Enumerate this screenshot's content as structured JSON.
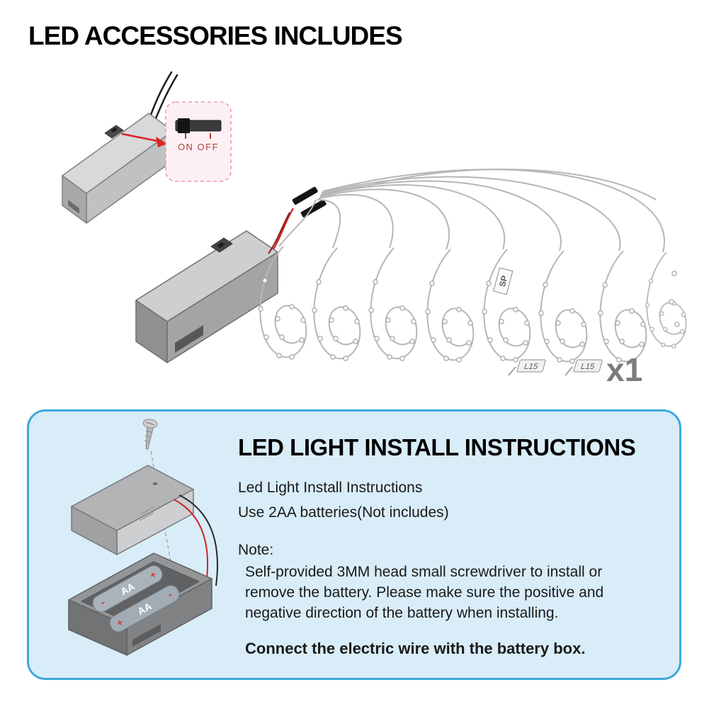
{
  "accessories": {
    "heading": "LED ACCESSORIES INCLUDES",
    "switch_label": "ON OFF",
    "flag_sp": "SP",
    "flag_l15_left": "L15",
    "flag_l15_right": "L15",
    "quantity": "x1"
  },
  "install": {
    "heading": "LED LIGHT INSTALL INSTRUCTIONS",
    "line1": "Led Light Install Instructions",
    "line2": "Use 2AA batteries(Not includes)",
    "note_label": "Note:",
    "note_text": "Self-provided 3MM head small screwdriver to install or remove the battery. Please make sure the positive and negative direction of the battery when installing.",
    "connect_text": "Connect the electric wire with the battery box.",
    "battery1_label": "AA",
    "battery2_label": "AA",
    "battery1_neg": "-",
    "battery1_pos": "+",
    "battery2_pos": "+",
    "battery2_neg": "-"
  },
  "colors": {
    "panel_border": "#3ea8da",
    "panel_bg": "#d9edf8",
    "callout_border": "#ef9ab0",
    "accent_red": "#cc2a2a"
  }
}
